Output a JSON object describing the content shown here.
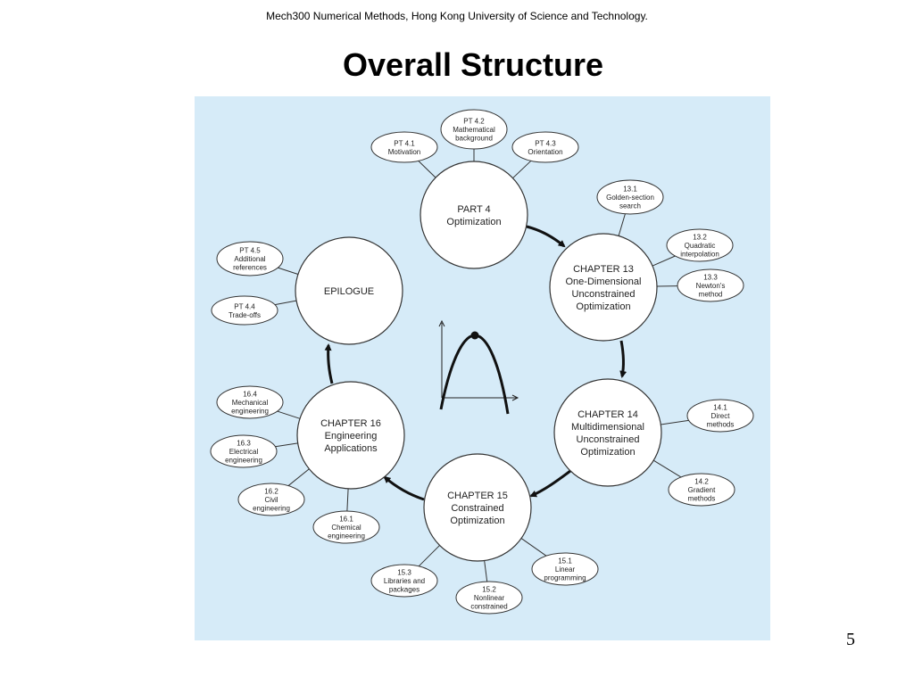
{
  "header": {
    "course_line": "Mech300 Numerical Methods, Hong Kong University of Science and Technology."
  },
  "slide": {
    "title": "Overall Structure",
    "number": "5"
  },
  "diagram": {
    "main_nodes": {
      "part4": [
        "PART 4",
        "Optimization"
      ],
      "ch13": [
        "CHAPTER 13",
        "One-Dimensional",
        "Unconstrained",
        "Optimization"
      ],
      "ch14": [
        "CHAPTER 14",
        "Multidimensional",
        "Unconstrained",
        "Optimization"
      ],
      "ch15": [
        "CHAPTER 15",
        "Constrained",
        "Optimization"
      ],
      "ch16": [
        "CHAPTER 16",
        "Engineering",
        "Applications"
      ],
      "epilogue": [
        "EPILOGUE"
      ]
    },
    "sub_nodes": {
      "pt41": [
        "PT 4.1",
        "Motivation"
      ],
      "pt42": [
        "PT 4.2",
        "Mathematical",
        "background"
      ],
      "pt43": [
        "PT 4.3",
        "Orientation"
      ],
      "s131": [
        "13.1",
        "Golden-section",
        "search"
      ],
      "s132": [
        "13.2",
        "Quadratic",
        "interpolation"
      ],
      "s133": [
        "13.3",
        "Newton's",
        "method"
      ],
      "s141": [
        "14.1",
        "Direct",
        "methods"
      ],
      "s142": [
        "14.2",
        "Gradient",
        "methods"
      ],
      "s151": [
        "15.1",
        "Linear",
        "programming"
      ],
      "s152": [
        "15.2",
        "Nonlinear",
        "constrained"
      ],
      "s153": [
        "15.3",
        "Libraries and",
        "packages"
      ],
      "s161": [
        "16.1",
        "Chemical",
        "engineering"
      ],
      "s162": [
        "16.2",
        "Civil",
        "engineering"
      ],
      "s163": [
        "16.3",
        "Electrical",
        "engineering"
      ],
      "s164": [
        "16.4",
        "Mechanical",
        "engineering"
      ],
      "pt44": [
        "PT 4.4",
        "Trade-offs"
      ],
      "pt45": [
        "PT 4.5",
        "Additional",
        "references"
      ]
    }
  }
}
